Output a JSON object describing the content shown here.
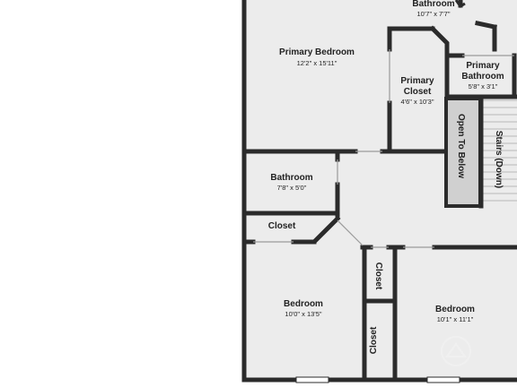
{
  "colors": {
    "floor": "#ececec",
    "wall": "#2b2b2b",
    "window": "#ffffff",
    "background": "#ffffff"
  },
  "rooms": {
    "bathroom_top": {
      "name": "Bathroom",
      "dims": "10'7\" x 7'7\""
    },
    "primary_bedroom": {
      "name": "Primary Bedroom",
      "dims": "12'2\" x 15'11\""
    },
    "primary_closet": {
      "name_line1": "Primary",
      "name_line2": "Closet",
      "dims": "4'6\" x 10'3\""
    },
    "primary_bathroom": {
      "name_line1": "Primary",
      "name_line2": "Bathroom",
      "dims": "5'8\" x 3'1\""
    },
    "open_to_below": {
      "name": "Open To Below"
    },
    "stairs": {
      "name": "Stairs (Down)"
    },
    "bathroom": {
      "name": "Bathroom",
      "dims": "7'8\" x 5'0\""
    },
    "closet_hall": {
      "name": "Closet"
    },
    "bedroom_left": {
      "name": "Bedroom",
      "dims": "10'0\" x 13'5\""
    },
    "closet_mid_upper": {
      "name": "Closet"
    },
    "closet_mid_lower": {
      "name": "Closet"
    },
    "bedroom_right": {
      "name": "Bedroom",
      "dims": "10'1\" x 11'1\""
    }
  }
}
